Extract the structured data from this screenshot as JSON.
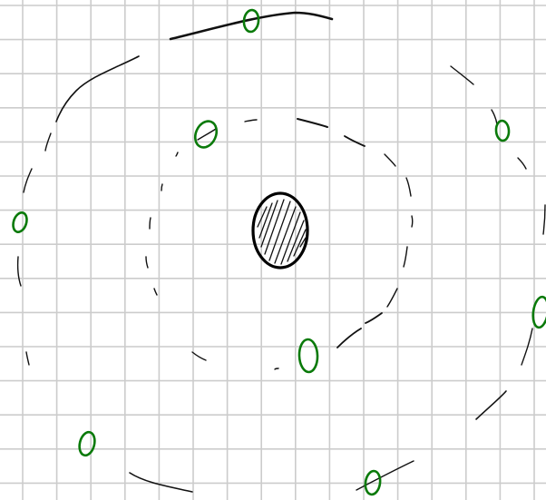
{
  "figure": {
    "subject": "atom-orbit-sketch",
    "grid": true,
    "colors": {
      "background": "#ffffff",
      "grid": "#cccccc",
      "ink": "#111111",
      "electron": "#0a7a0a"
    },
    "nucleus": {
      "count": 1,
      "fill": "hatched"
    },
    "orbits": [
      {
        "name": "inner-orbit",
        "style": "dashed-hand-drawn",
        "electron_count": 2
      },
      {
        "name": "outer-orbit",
        "style": "dashed-hand-drawn",
        "electron_count": 6
      }
    ],
    "electron_total": 8
  }
}
